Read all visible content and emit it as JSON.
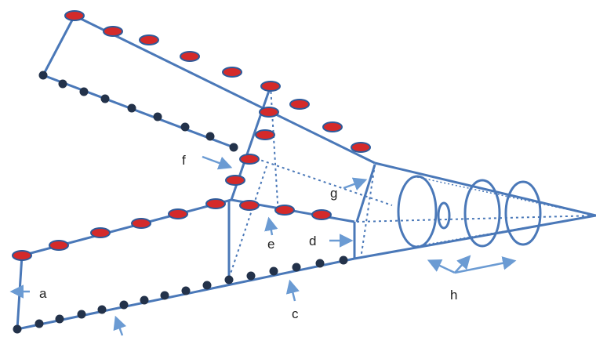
{
  "labels": {
    "a": "a",
    "c": "c",
    "d": "d",
    "e": "e",
    "f": "f",
    "g": "g",
    "h": "h"
  },
  "colors": {
    "line": "#4a78b8",
    "arrow": "#6b9bd3",
    "red_bead": "#d42a2a",
    "red_bead_stroke": "#2e5a9a",
    "dark_bead": "#23324a"
  }
}
